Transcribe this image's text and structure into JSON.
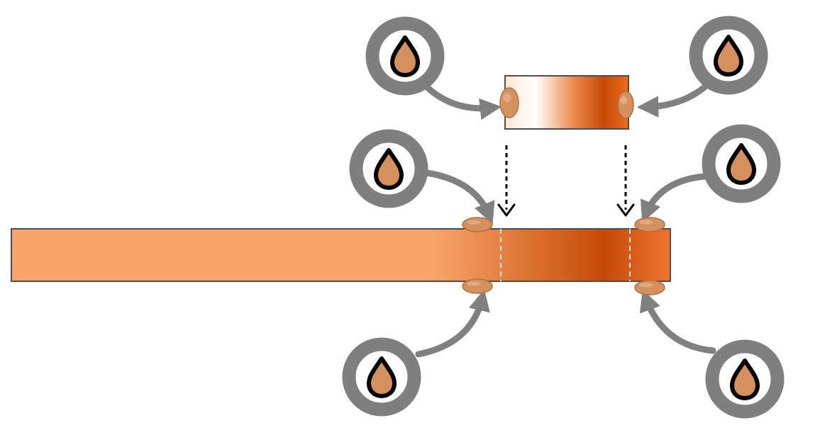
{
  "colors": {
    "background": "#ffffff",
    "ring": "#7f7f7f",
    "arrow": "#808080",
    "drop_fill": "#d4905f",
    "drop_outline": "#000000",
    "bar_light": "#f9a56b",
    "bar_dark": "#c54a05",
    "bar_outline": "#4d4d4d",
    "bead_fill": "#d4905f",
    "bead_outline": "#b07040",
    "joint_line": "#e6e6e6",
    "drop_arrow": "#000000"
  },
  "icons": {
    "drop_badge": "oil-drop-icon",
    "glue_bead": "glue-bead",
    "insert_arrow": "dashed-down-arrow"
  },
  "diagram": {
    "long_bar": {
      "name": "long-strip"
    },
    "insert_piece": {
      "name": "insert-piece"
    },
    "badges": [
      {
        "name": "drop-badge-top-left"
      },
      {
        "name": "drop-badge-top-right"
      },
      {
        "name": "drop-badge-mid-left"
      },
      {
        "name": "drop-badge-mid-right"
      },
      {
        "name": "drop-badge-bottom-left"
      },
      {
        "name": "drop-badge-bottom-right"
      }
    ]
  }
}
